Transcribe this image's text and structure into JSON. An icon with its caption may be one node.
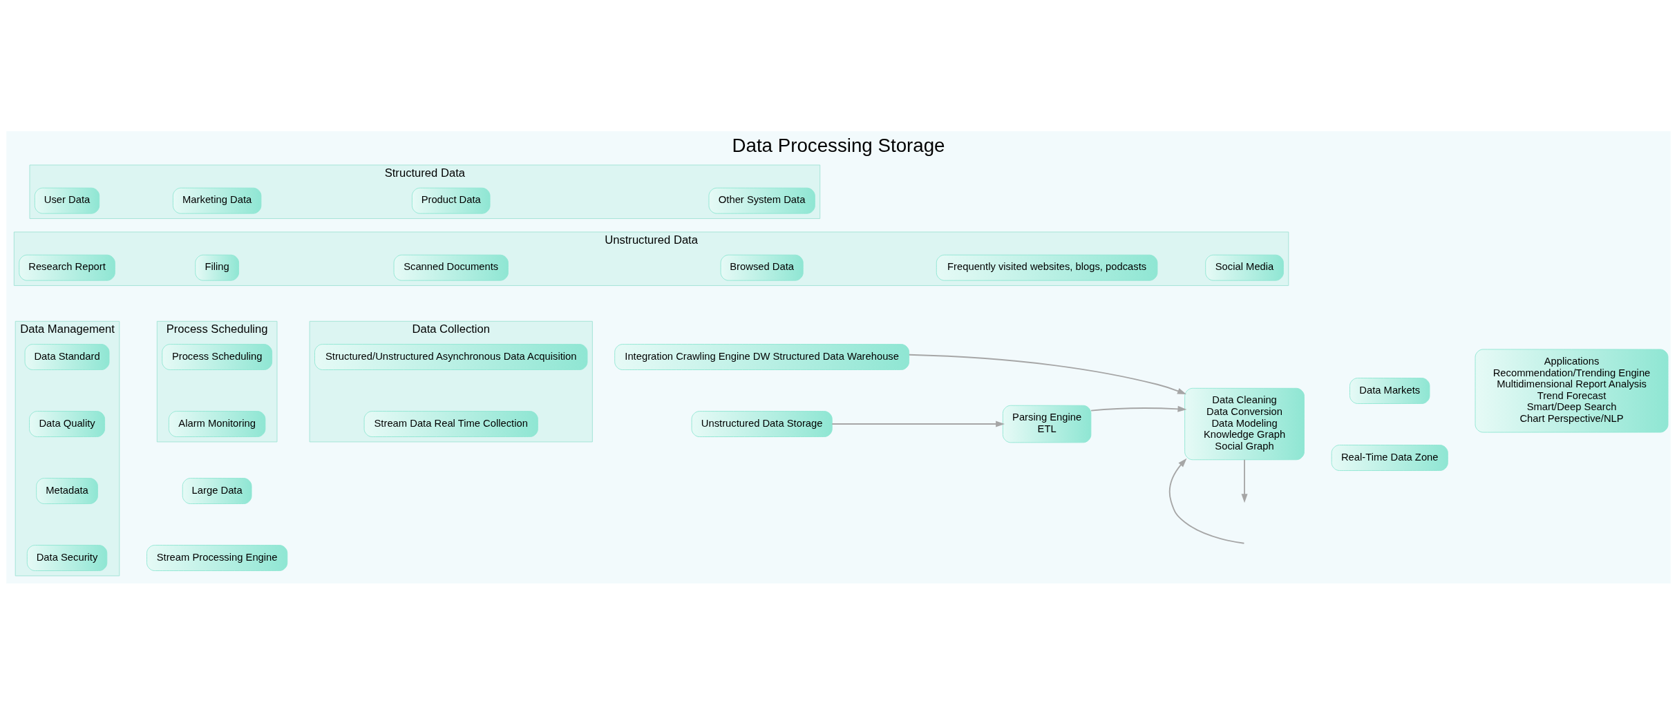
{
  "diagram": {
    "title": "Data Processing Storage",
    "nodes": [
      {
        "text": [
          "Data Management"
        ]
      },
      {
        "text": [
          "Data Standard"
        ],
        "in": 0
      },
      {
        "text": [
          "Data Quality"
        ],
        "in": 0
      },
      {
        "text": [
          "Metadata"
        ],
        "in": 0
      },
      {
        "text": [
          "Data Security"
        ],
        "in": 0
      },
      {
        "text": [
          "Process Scheduling"
        ]
      },
      {
        "text": [
          "Process Scheduling"
        ],
        "in": 5
      },
      {
        "text": [
          "Alarm Monitoring"
        ],
        "in": 5
      },
      {
        "text": [
          "Data Collection"
        ]
      },
      {
        "text": [
          "Structured/Unstructured Asynchronous Data Acquisition"
        ],
        "in": 8
      },
      {
        "text": [
          "Stream Data Real Time Collection"
        ],
        "in": 8
      },
      {
        "text": [
          "Integration Crawling Engine DW Structured Data Warehouse"
        ]
      },
      {
        "text": [
          "Unstructured Data Storage"
        ]
      },
      {
        "text": [
          "Large Data"
        ]
      },
      {
        "text": [
          "Stream Processing Engine"
        ]
      },
      {
        "text": [
          "Parsing Engine",
          "ETL"
        ]
      },
      {
        "text": [
          "Data Cleaning",
          "Data Conversion",
          "Data Modeling",
          "Knowledge Graph",
          "Social Graph"
        ]
      },
      {
        "text": [
          "Data Markets"
        ]
      },
      {
        "text": [
          "Real-Time Data Zone"
        ]
      },
      {
        "text": [
          "Applications",
          "Recommendation/Trending Engine",
          "Multidimensional Report Analysis",
          "Trend Forecast",
          "Smart/Deep Search",
          "Chart Perspective/NLP"
        ]
      },
      {
        "text": [
          "Unstructured Data"
        ]
      },
      {
        "text": [
          "Research Report"
        ],
        "in": 20
      },
      {
        "text": [
          "Filing"
        ],
        "in": 20
      },
      {
        "text": [
          "Scanned Documents"
        ],
        "in": 20
      },
      {
        "text": [
          "Browsed Data"
        ],
        "in": 20
      },
      {
        "text": [
          "Frequently visited websites, blogs, podcasts"
        ],
        "in": 20
      },
      {
        "text": [
          "Social Media"
        ],
        "in": 20
      },
      {
        "text": [
          "Structured Data"
        ]
      },
      {
        "text": [
          "User Data"
        ],
        "in": 27
      },
      {
        "text": [
          "Marketing Data"
        ],
        "in": 27
      },
      {
        "text": [
          "Product Data"
        ],
        "in": 27
      },
      {
        "text": [
          "Other System Data"
        ],
        "in": 27
      }
    ],
    "edges": [
      {
        "from": 11,
        "to": 16,
        "arrow": "to"
      },
      {
        "from": null,
        "to": 16,
        "arrow": "to"
      },
      {
        "from": 16,
        "to": null,
        "arrow": "to"
      },
      {
        "from": 12,
        "to": 15,
        "arrow": "to"
      },
      {
        "from": 15,
        "to": 16,
        "arrow": "to"
      }
    ]
  }
}
